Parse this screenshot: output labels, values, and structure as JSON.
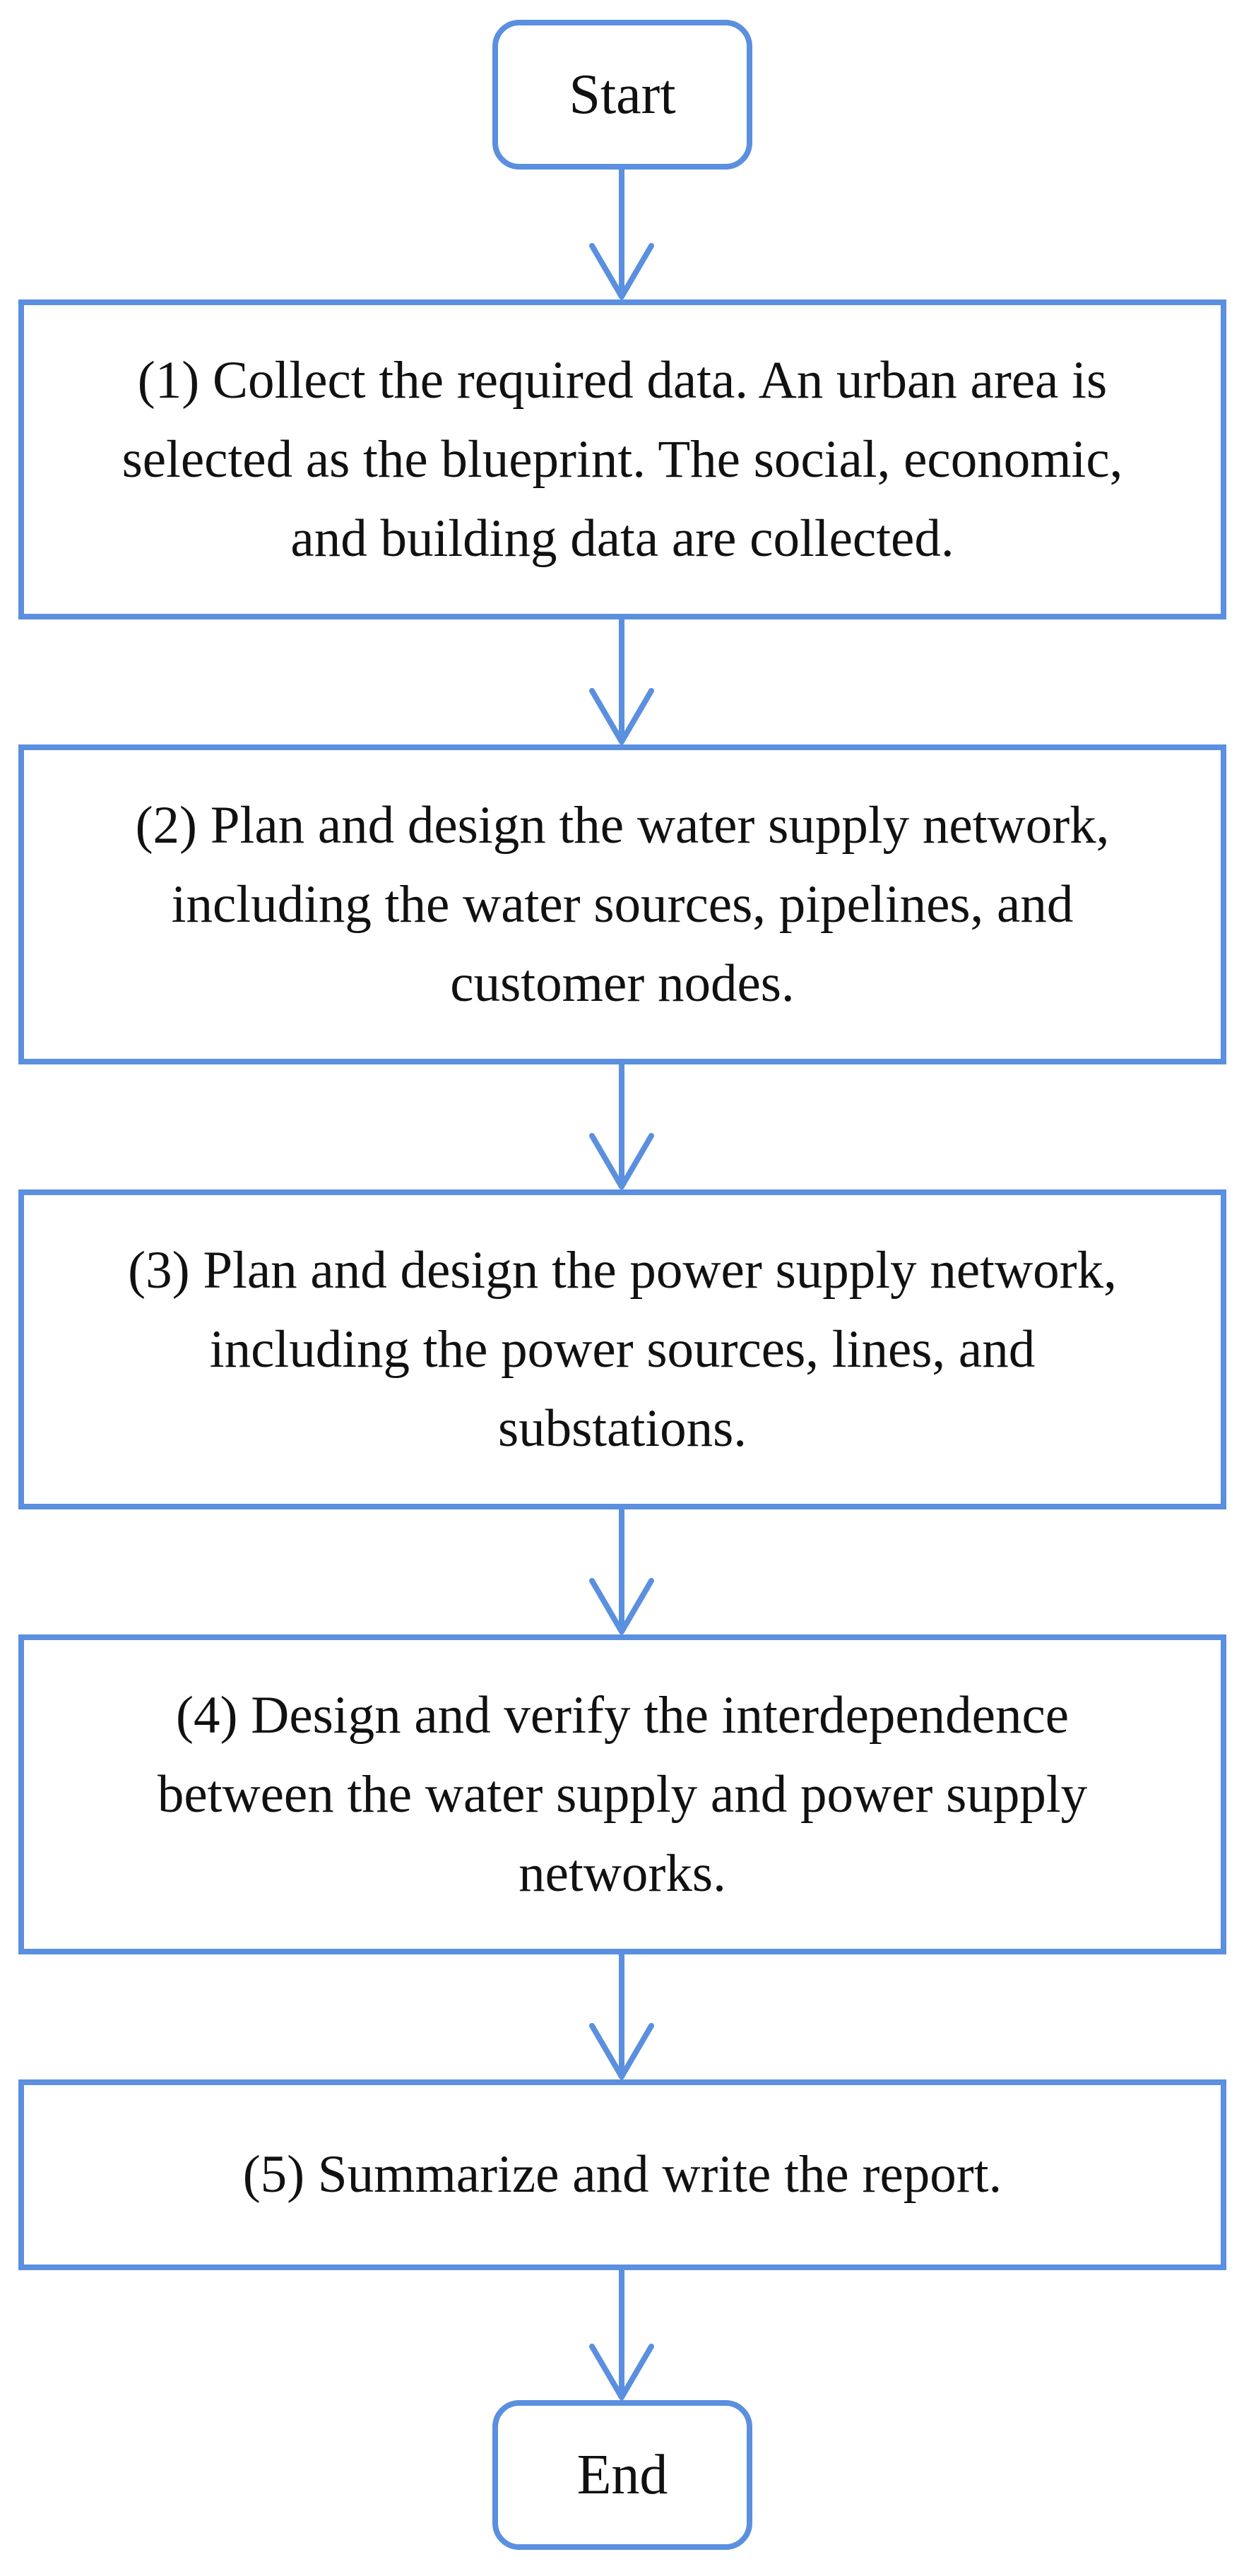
{
  "diagram": {
    "type": "flowchart",
    "colors": {
      "border": "#5b8fdf",
      "arrow": "#5b8fdf",
      "text": "#111111",
      "background": "#ffffff"
    },
    "start": "Start",
    "end": "End",
    "steps": [
      "(1) Collect the required data. An urban area is selected as the blueprint. The social, economic, and building data are collected.",
      "(2) Plan and design the water supply network, including the water sources, pipelines, and customer nodes.",
      "(3) Plan and design the power supply network, including the power sources, lines, and substations.",
      "(4) Design and verify the interdependence between the water supply and power supply networks.",
      "(5) Summarize and write the report."
    ]
  }
}
